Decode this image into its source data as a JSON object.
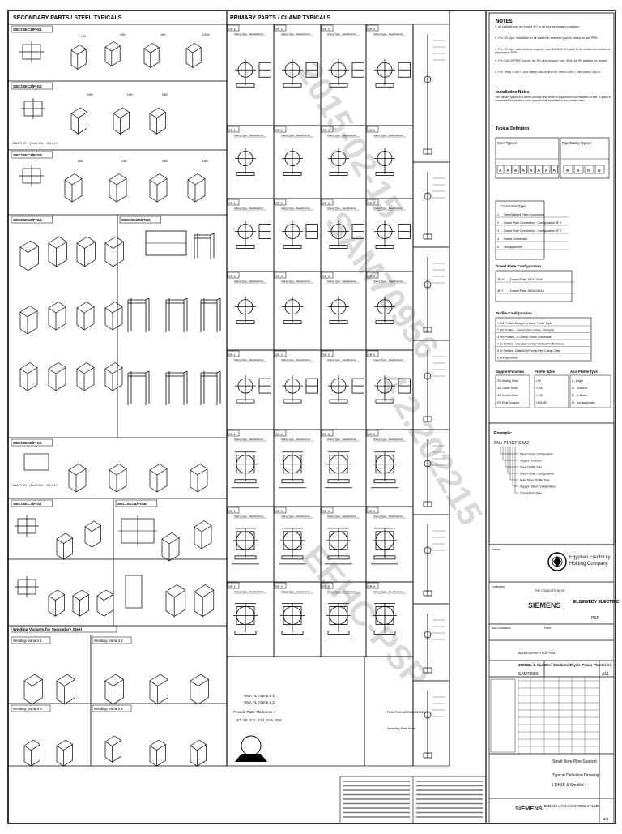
{
  "sections": {
    "secondary": "SECONDARY PARTS / STEEL TYPICALS",
    "primary": "PRIMARY PARTS / CLAMP TYPICALS"
  },
  "notes": {
    "heading": "NOTES",
    "lines": [
      "1. All typicals can be turned 90° to all four secondary positions.",
      "2. For SS pipe, insulation to be added in between pipe & clamp as per PPS.",
      "3. For SS pipe without shoe support, use 304/316 SS plate to be welded at bottom of pipe as per PPS.",
      "4. For SS/CS/PIPE typical, for SS pipe support, use 304/316 SS plate to be added.",
      "5. For Temp <250°C use clamp 4&c19 and for Temp>250°C use clamp 4&c20"
    ],
    "installation_heading": "Installation Notes",
    "installation_text": "The primary typical is a clamp concept only which is supposed to be installed on site. If space is unavailable the location of the support shall be shifted to the primary steel."
  },
  "typical_definition": {
    "heading": "Typical Definition",
    "steel_typical": "Steel Typical",
    "pipe_clamp": "Pipe/Clamp Typical",
    "connection_type": "Connection Type",
    "connection_rows": [
      {
        "code": "1",
        "label": "Steel/Welded Plate Connection"
      },
      {
        "code": "2",
        "label": "Dowel Plate Connection - Configuration 3F-9"
      },
      {
        "code": "3",
        "label": "Dowel Plate Connection - Configuration 3F-7"
      },
      {
        "code": "4",
        "label": "Bolted Connection"
      },
      {
        "code": "5",
        "label": "Not applicable"
      }
    ],
    "dowel_heading": "Dowel Plate Configuration",
    "dowel_rows": [
      {
        "code": "3F-9",
        "label": "Dowel Plate 150x150x8"
      },
      {
        "code": "3F-7",
        "label": "Dowel Plate 200x200x10"
      }
    ],
    "profile_heading": "Profile Configuration",
    "profile_rows": [
      "1 Std Profiles Straight or same Profile Type",
      "2 Std Profiles - Variant (Secondary - Straight)",
      "3 Std Profiles - U-Clamp / Shoe Connection",
      "4 2x Profiles - Standard Variant Welded Profile Shear",
      "5 2x Profiles - Bolted/Std Profile Pipe Clamp Class",
      "6 Not applicable"
    ],
    "support_function": "Support Function",
    "profile_sizes": "Profile Sizes",
    "axis_profile": "Axis Profile Type",
    "sf_rows": [
      "SS Sliding Shoe",
      "GS Guide Shoe",
      "AS Anchor Shoe",
      "RS Rest Support"
    ],
    "size_rows": [
      "L50",
      "C100",
      "C160",
      "HEA160"
    ],
    "axis_rows": [
      "L - Angle",
      "U - Channel",
      "H - H-Beam",
      "N - Not applicable"
    ],
    "example_heading": "Example:",
    "example_code": "SNA-P1RGF-SBA2",
    "example_labels": [
      "Pipe/Clamp Configuration",
      "Support Function",
      "Steel Profile Size",
      "Steel Profile Configuration",
      "Main Steel Profile Type",
      "Support Steel Configuration",
      "Connection Type"
    ]
  },
  "title_block": {
    "client": "Egyptian Electricity Holding Company",
    "consortium": "THE CONSORTIUM OF",
    "siemens": "SIEMENS",
    "elsewedy": "ELSEWEDY ELECTRIC",
    "psp": "PSP",
    "contractor_label": "Contractor",
    "owner_label": "Owner",
    "subcontractor_label": "Sub-Contractor",
    "plant_label": "Plant",
    "approval": "ALLRESERVED FOR PART",
    "drawing_no": "3701WL-2-AuxSteel CombinedCycle Power Plant",
    "doc_no": "SAM70956",
    "sheet": "01 01",
    "rev": "A11",
    "title_line1": "Small Bore Pipe Support",
    "title_line2": "Typical Definition Drawing",
    "title_line3": "( DN65 & Smaller )",
    "ref": "EG1018-4711-SAM70956-471340",
    "page": "1/1"
  },
  "watermarks": [
    "2015-02-15",
    "SAM70956",
    "4.2.202215",
    "EEHC-PSP"
  ],
  "section_labels": [
    "SEC/SEC1/FIG1",
    "SEC/SEC2/FIG2",
    "SEC/SEC3/FIG3",
    "SEC/SEC4/FIG4",
    "SEC/SEC5/FIG5",
    "SEC/SEC6/FIG6",
    "SEC/SEC7/FIG7",
    "SEC/SEC8/FIG8",
    "Welding Variants for Secondary Steel"
  ],
  "weld_labels": [
    "Welding Variant 1",
    "Welding Variant 2",
    "Welding Variant 3",
    "Welding Variant 4"
  ]
}
